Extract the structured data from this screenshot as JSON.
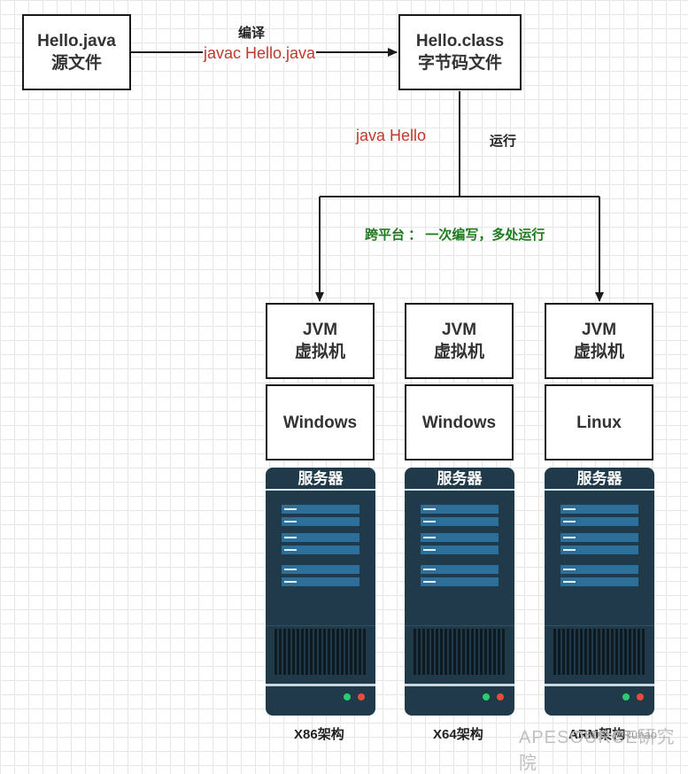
{
  "source": {
    "name": "Hello.java",
    "desc": "源文件"
  },
  "bytecode": {
    "name": "Hello.class",
    "desc": "字节码文件"
  },
  "compile": {
    "label": "编译",
    "command": "javac Hello.java"
  },
  "run": {
    "label": "运行",
    "command": "java Hello"
  },
  "cross_platform": "跨平台 ： 一次编写，多处运行",
  "platforms": [
    {
      "jvm_line1": "JVM",
      "jvm_line2": "虚拟机",
      "os": "Windows",
      "server": "服务器",
      "arch": "X86架构"
    },
    {
      "jvm_line1": "JVM",
      "jvm_line2": "虚拟机",
      "os": "Windows",
      "server": "服务器",
      "arch": "X64架构"
    },
    {
      "jvm_line1": "JVM",
      "jvm_line2": "虚拟机",
      "os": "Linux",
      "server": "服务器",
      "arch": "ARM架构"
    }
  ],
  "watermark": {
    "primary": "APESOURCE研究院",
    "secondary": "CSDN @Ruhao"
  },
  "colors": {
    "command": "#c0392b",
    "highlight": "#1f7a1f",
    "server_body": "#203a4a",
    "server_bay": "#2c6f99"
  }
}
